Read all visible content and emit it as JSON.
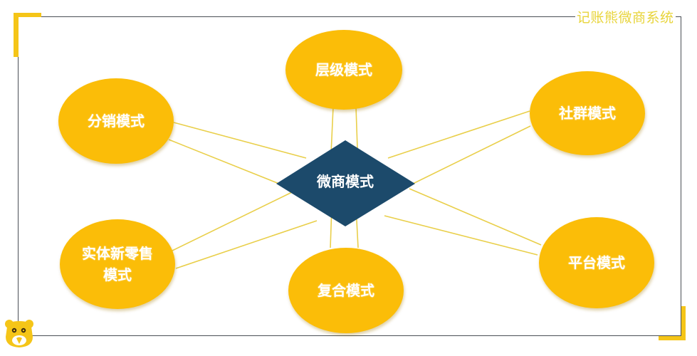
{
  "brand": {
    "label": "记账熊微商系统",
    "color": "#e8d43a"
  },
  "colors": {
    "node_fill": "#fbbd08",
    "center_fill": "#1c4a6b",
    "link": "#e9cf4a",
    "frame": "#4a4f55",
    "accent": "#f5c518"
  },
  "center": {
    "label": "微商模式"
  },
  "nodes": [
    {
      "id": "hierarchy",
      "label": "层级模式"
    },
    {
      "id": "distribution",
      "label": "分销模式"
    },
    {
      "id": "community",
      "label": "社群模式"
    },
    {
      "id": "retail",
      "label_line1": "实体新零售",
      "label_line2": "模式"
    },
    {
      "id": "compound",
      "label": "复合模式"
    },
    {
      "id": "platform",
      "label": "平台模式"
    }
  ],
  "logo": {
    "icon": "bear-icon"
  }
}
